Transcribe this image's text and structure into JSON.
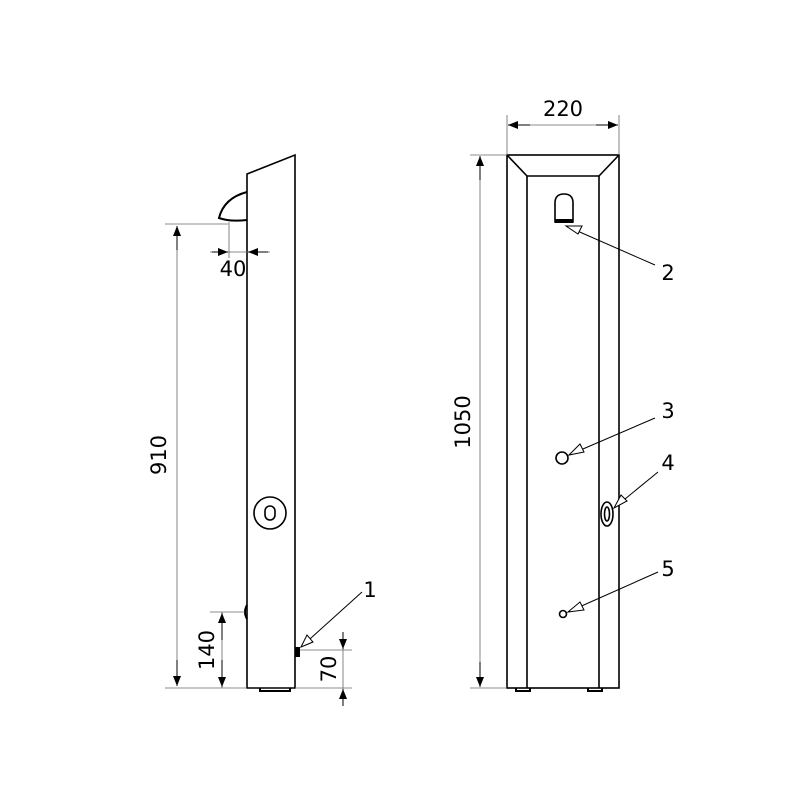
{
  "dimensions": {
    "side_offset": "40",
    "side_height": "910",
    "side_button_height": "140",
    "side_push_height": "70",
    "front_width": "220",
    "front_height": "1050"
  },
  "callouts": [
    "1",
    "2",
    "3",
    "4",
    "5"
  ]
}
